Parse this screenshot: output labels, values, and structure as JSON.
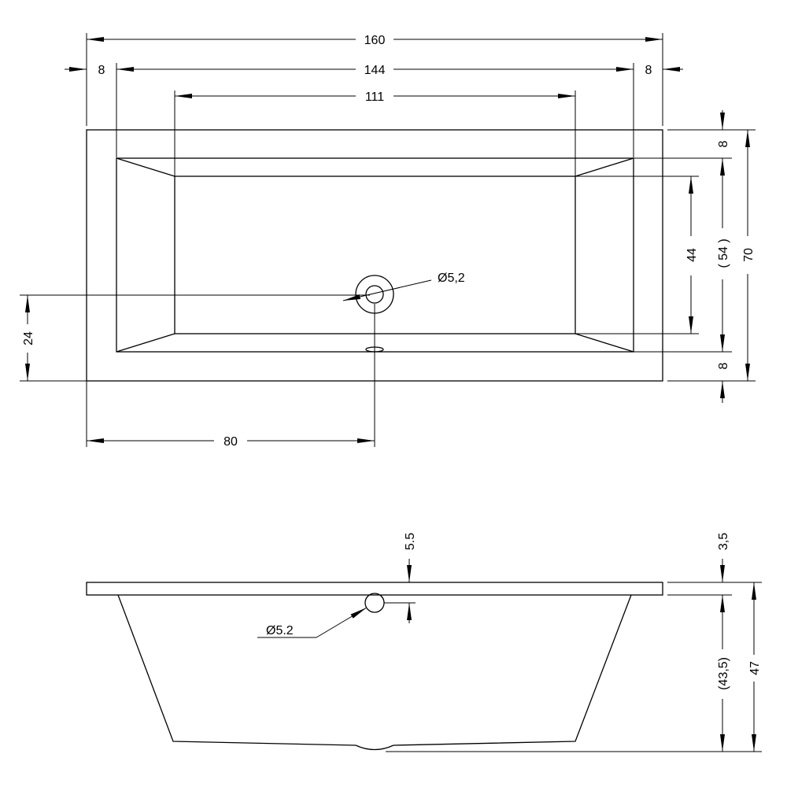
{
  "top_view": {
    "overall_length": "160",
    "rim_left": "8",
    "inner_length": "144",
    "rim_right": "8",
    "bottom_length": "111",
    "drain_diameter": "Ø5,2",
    "bottom_width": "44",
    "inner_width": "( 54 )",
    "overall_width": "70",
    "rim_top": "8",
    "rim_bottom": "8",
    "drain_offset_y": "24",
    "drain_offset_x": "80"
  },
  "side_view": {
    "overflow_offset": "5.5",
    "rim_thickness": "3,5",
    "overflow_diameter": "Ø5.2",
    "inner_depth": "(43,5)",
    "overall_height": "47"
  },
  "colors": {
    "line": "#000000",
    "background": "#ffffff"
  }
}
